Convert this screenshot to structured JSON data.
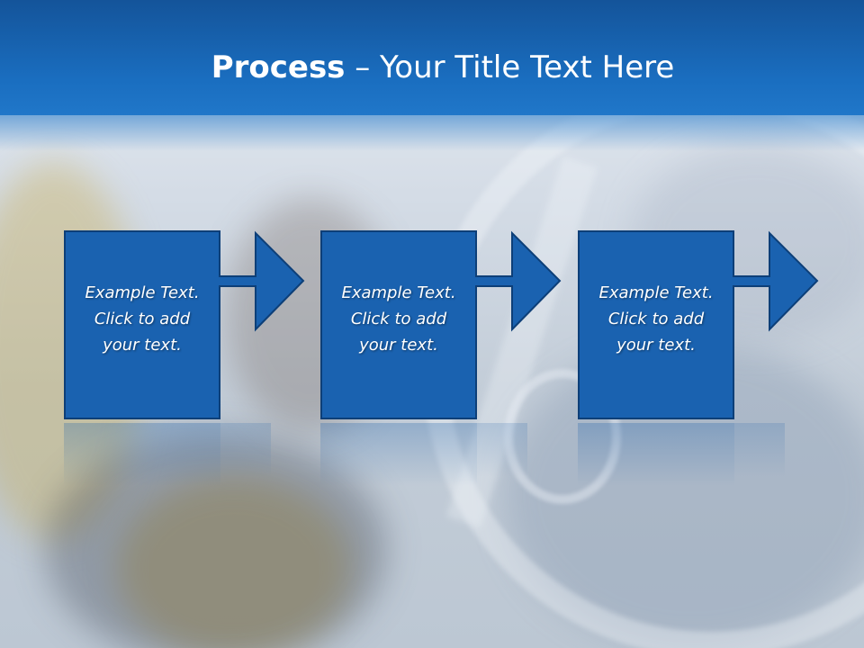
{
  "slide": {
    "title_bold": "Process",
    "title_rest": " – Your Title Text Here"
  },
  "steps": [
    {
      "line1": "Example Text.",
      "line2": "Click  to add",
      "line3": "your text."
    },
    {
      "line1": "Example Text.",
      "line2": "Click  to add",
      "line3": "your text."
    },
    {
      "line1": "Example Text.",
      "line2": "Click  to add",
      "line3": "your text."
    }
  ],
  "colors": {
    "header": "#1a6ec0",
    "step_fill": "#1a62b0",
    "step_border": "#0d3f78"
  }
}
